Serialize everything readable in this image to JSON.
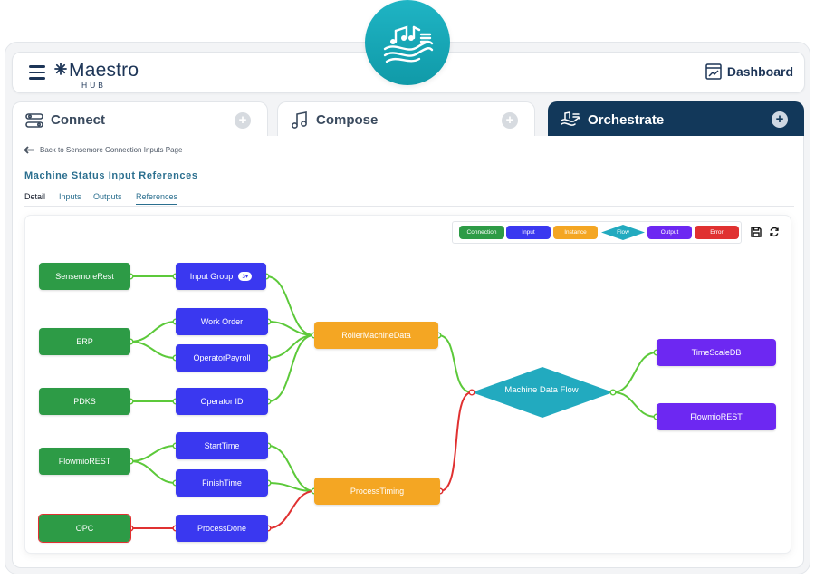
{
  "brand": {
    "name": "Maestro",
    "sub": "HUB"
  },
  "header": {
    "dashboard_label": "Dashboard"
  },
  "tabs": [
    {
      "label": "Connect",
      "plus": "+"
    },
    {
      "label": "Compose",
      "plus": "+"
    },
    {
      "label": "Orchestrate",
      "plus": "+"
    }
  ],
  "page": {
    "back_label": "Back to Sensemore Connection Inputs Page",
    "title": "Machine Status Input References",
    "subtabs": [
      "Detail",
      "Inputs",
      "Outputs",
      "References"
    ],
    "selected_subtab": "References"
  },
  "legend": [
    "Connection",
    "Input",
    "Instance",
    "Flow",
    "Output",
    "Error"
  ],
  "colors": {
    "connection": "#2d9b46",
    "input": "#3a38f0",
    "instance": "#f4a623",
    "flow": "#22aabf",
    "output": "#6d28f2",
    "error": "#e03131",
    "edge_ok": "#5cc93a",
    "edge_err": "#e03131",
    "primary": "#12385a"
  },
  "nodes": {
    "connections": [
      "SensemoreRest",
      "ERP",
      "PDKS",
      "FlowmioREST",
      "OPC"
    ],
    "inputs": [
      "Input Group",
      "Work Order",
      "OperatorPayroll",
      "Operator ID",
      "StartTime",
      "FinishTime",
      "ProcessDone"
    ],
    "input_group_badge": "3▾",
    "instances": [
      "RollerMachineData",
      "ProcessTiming"
    ],
    "flow": "Machine Data Flow",
    "outputs": [
      "TimeScaleDB",
      "FlowmioREST"
    ]
  }
}
